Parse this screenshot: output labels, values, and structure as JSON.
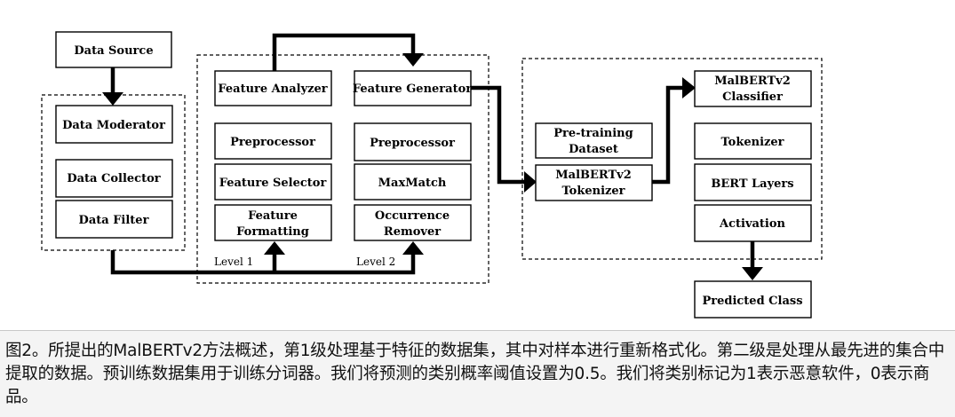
{
  "diagram": {
    "nodes": {
      "data_source": "Data Source",
      "data_moderator": "Data Moderator",
      "data_collector": "Data Collector",
      "data_filter": "Data Filter",
      "feature_analyzer": "Feature Analyzer",
      "feature_generator": "Feature Generator",
      "preprocessor_l1": "Preprocessor",
      "preprocessor_l2": "Preprocessor",
      "feature_selector": "Feature Selector",
      "maxmatch": "MaxMatch",
      "feature_formatting": [
        "Feature",
        "Formatting"
      ],
      "occurrence_remover": [
        "Occurrence",
        "Remover"
      ],
      "pretraining_dataset": [
        "Pre-training",
        "Dataset"
      ],
      "malbert_tokenizer": [
        "MalBERTv2",
        "Tokenizer"
      ],
      "malbert_classifier": [
        "MalBERTv2",
        "Classifier"
      ],
      "tokenizer": "Tokenizer",
      "bert_layers": "BERT Layers",
      "activation": "Activation",
      "predicted_class": "Predicted Class"
    },
    "level_labels": {
      "level1": "Level 1",
      "level2": "Level 2"
    }
  },
  "caption": {
    "text": "图2。所提出的MalBERTv2方法概述，第1级处理基于特征的数据集，其中对样本进行重新格式化。第二级是处理从最先进的集合中提取的数据。预训练数据集用于训练分词器。我们将预测的类别概率阈值设置为0.5。我们将类别标记为1表示恶意软件，0表示商品。"
  }
}
